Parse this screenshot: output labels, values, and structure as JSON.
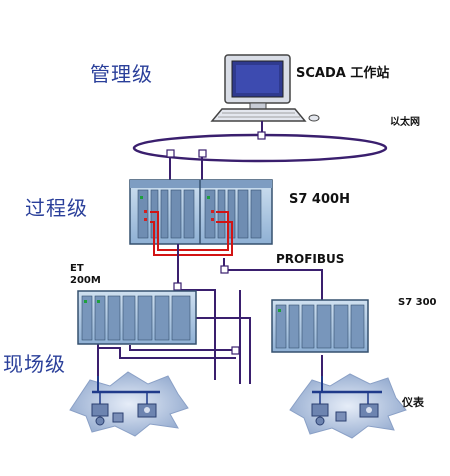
{
  "levels": {
    "management": "管理级",
    "process": "过程级",
    "field": "现场级"
  },
  "labels": {
    "scada": "SCADA 工作站",
    "ethernet": "以太网",
    "s7_400h": "S7 400H",
    "profibus": "PROFIBUS",
    "et200m": "ET\n200M",
    "s7_300": "S7 300",
    "instruments": "仪表"
  },
  "colors": {
    "level_text": "#2a3f9a",
    "bus": "#3a1f6e",
    "redundant_link": "#d21414",
    "rack": "#a9c6e2",
    "cloud": "#9fb6d8"
  }
}
